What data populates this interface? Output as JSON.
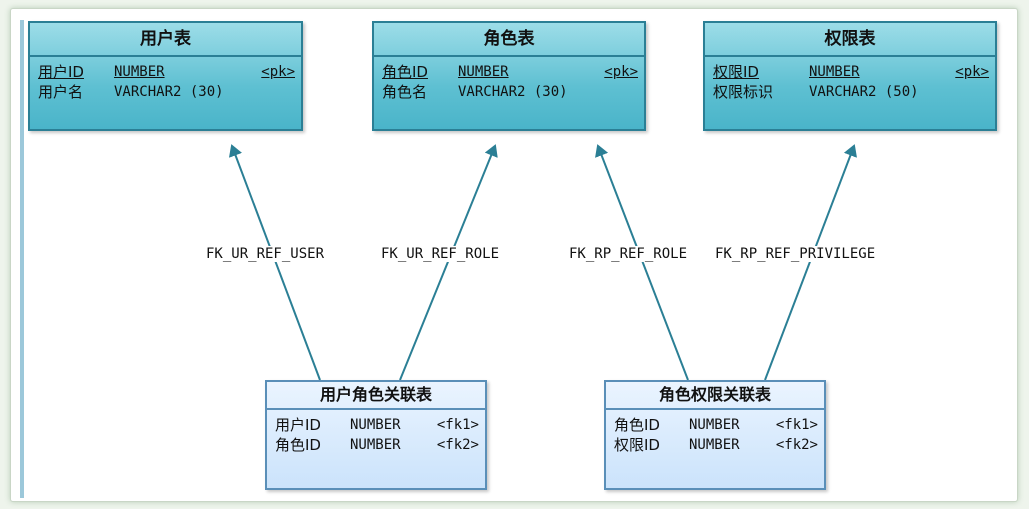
{
  "tables": {
    "user": {
      "title": "用户表",
      "rows": [
        {
          "name": "用户ID",
          "type": "NUMBER",
          "key": "<pk>"
        },
        {
          "name": "用户名",
          "type": "VARCHAR2 (30)",
          "key": ""
        }
      ]
    },
    "role": {
      "title": "角色表",
      "rows": [
        {
          "name": "角色ID",
          "type": "NUMBER",
          "key": "<pk>"
        },
        {
          "name": "角色名",
          "type": "VARCHAR2 (30)",
          "key": ""
        }
      ]
    },
    "privilege": {
      "title": "权限表",
      "rows": [
        {
          "name": "权限ID",
          "type": "NUMBER",
          "key": "<pk>"
        },
        {
          "name": "权限标识",
          "type": "VARCHAR2 (50)",
          "key": ""
        }
      ]
    },
    "user_role": {
      "title": "用户角色关联表",
      "rows": [
        {
          "name": "用户ID",
          "type": "NUMBER",
          "key": "<fk1>"
        },
        {
          "name": "角色ID",
          "type": "NUMBER",
          "key": "<fk2>"
        }
      ]
    },
    "role_privilege": {
      "title": "角色权限关联表",
      "rows": [
        {
          "name": "角色ID",
          "type": "NUMBER",
          "key": "<fk1>"
        },
        {
          "name": "权限ID",
          "type": "NUMBER",
          "key": "<fk2>"
        }
      ]
    }
  },
  "references": [
    {
      "name": "FK_UR_REF_USER",
      "from": "user_role",
      "to": "user"
    },
    {
      "name": "FK_UR_REF_ROLE",
      "from": "user_role",
      "to": "role"
    },
    {
      "name": "FK_RP_REF_ROLE",
      "from": "role_privilege",
      "to": "role"
    },
    {
      "name": "FK_RP_REF_PRIVILEGE",
      "from": "role_privilege",
      "to": "privilege"
    }
  ],
  "colors": {
    "entity_fill": "#5ec0d2",
    "entity_border": "#2b7f95",
    "link_fill": "#cbe3fb",
    "arrow": "#2b7f95"
  }
}
